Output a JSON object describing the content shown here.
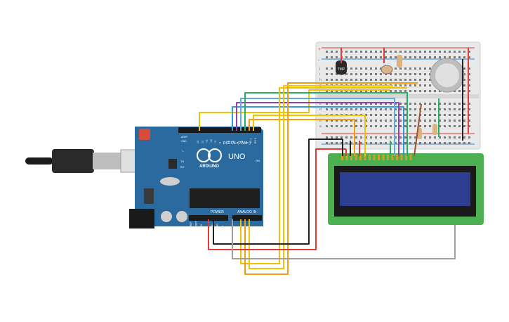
{
  "arduino": {
    "brand": "ARDUINO",
    "model": "UNO",
    "digital_label": "DIGITAL (PWM~)",
    "power_label": "POWER",
    "analog_label": "ANALOG IN",
    "on_label": "ON",
    "l_label": "L",
    "tx_label": "TX",
    "rx_label": "RX",
    "aref_label": "AREF",
    "gnd_label": "GND",
    "digital_pins": [
      "13",
      "12",
      "~11",
      "~10",
      "~9",
      "8",
      "7",
      "~6",
      "~5",
      "4",
      "~3",
      "2",
      "TX 1",
      "RX 0"
    ],
    "power_pins": [
      "IOREF",
      "RESET",
      "3.3V",
      "5V",
      "GND",
      "GND",
      "Vin"
    ],
    "analog_pins": [
      "A0",
      "A1",
      "A2",
      "A3",
      "A4",
      "A5"
    ]
  },
  "sensors": {
    "thermistor_label": "TMP"
  },
  "breadboard": {
    "rail_plus": "+",
    "rail_minus": "-",
    "row_letters_top": [
      "j",
      "i",
      "h",
      "g",
      "f"
    ],
    "row_letters_bottom": [
      "e",
      "d",
      "c",
      "b",
      "a"
    ]
  },
  "colors": {
    "board": "#2b6a9e",
    "board_dark": "#1f4f78",
    "lcd_pcb": "#4caf50",
    "lcd_screen": "#2d3d8f",
    "breadboard": "#e9e9e9",
    "wire_yellow": "#f2c100",
    "wire_orange": "#f39c12",
    "wire_purple": "#8e44ad",
    "wire_blue": "#3498db",
    "wire_cyan": "#5dade2",
    "wire_green": "#27ae60",
    "wire_red": "#e53935",
    "wire_black": "#222222",
    "wire_grey": "#9e9e9e",
    "wire_brown": "#a0522d"
  }
}
